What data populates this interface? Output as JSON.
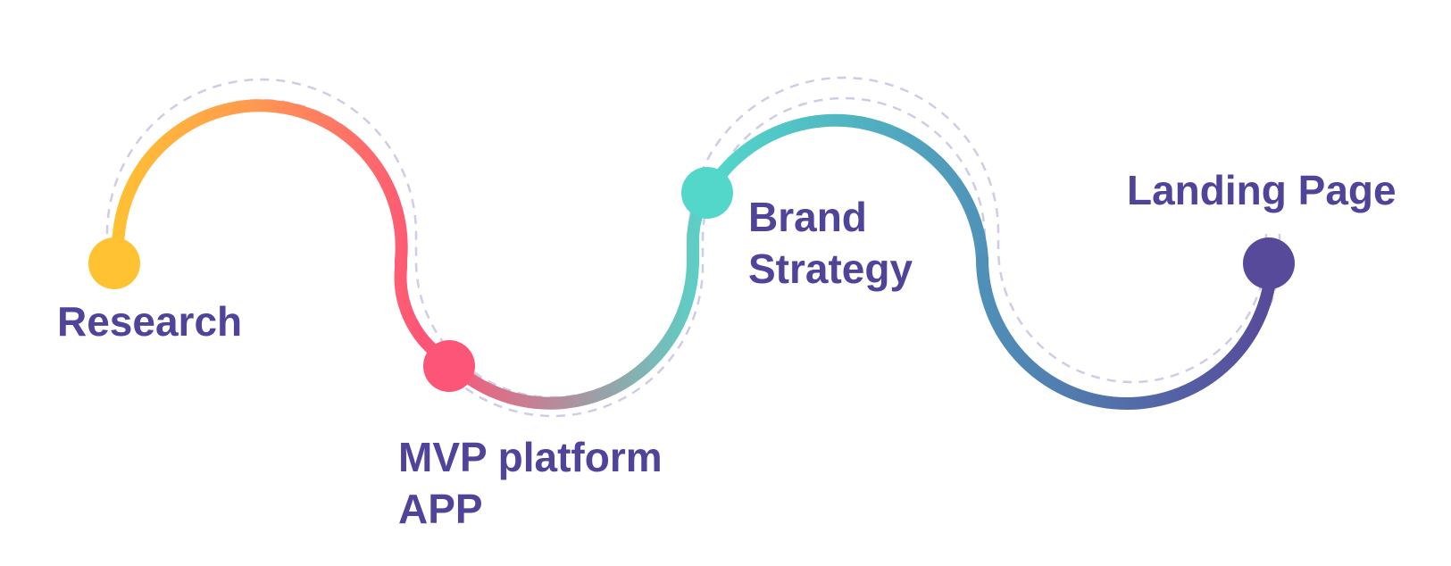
{
  "colors": {
    "text": "#4e4499",
    "dashed": "#cfcde6",
    "research": "#ffc232",
    "research_mid": "#ff9a50",
    "mvp": "#fd5577",
    "brand": "#52d7ca",
    "blue": "#4f90b8",
    "landing": "#574a9a"
  },
  "stages": [
    {
      "label_lines": [
        "Research"
      ]
    },
    {
      "label_lines": [
        "MVP platform",
        "APP"
      ]
    },
    {
      "label_lines": [
        "Brand",
        "Strategy"
      ]
    },
    {
      "label_lines": [
        "Landing Page"
      ]
    }
  ]
}
